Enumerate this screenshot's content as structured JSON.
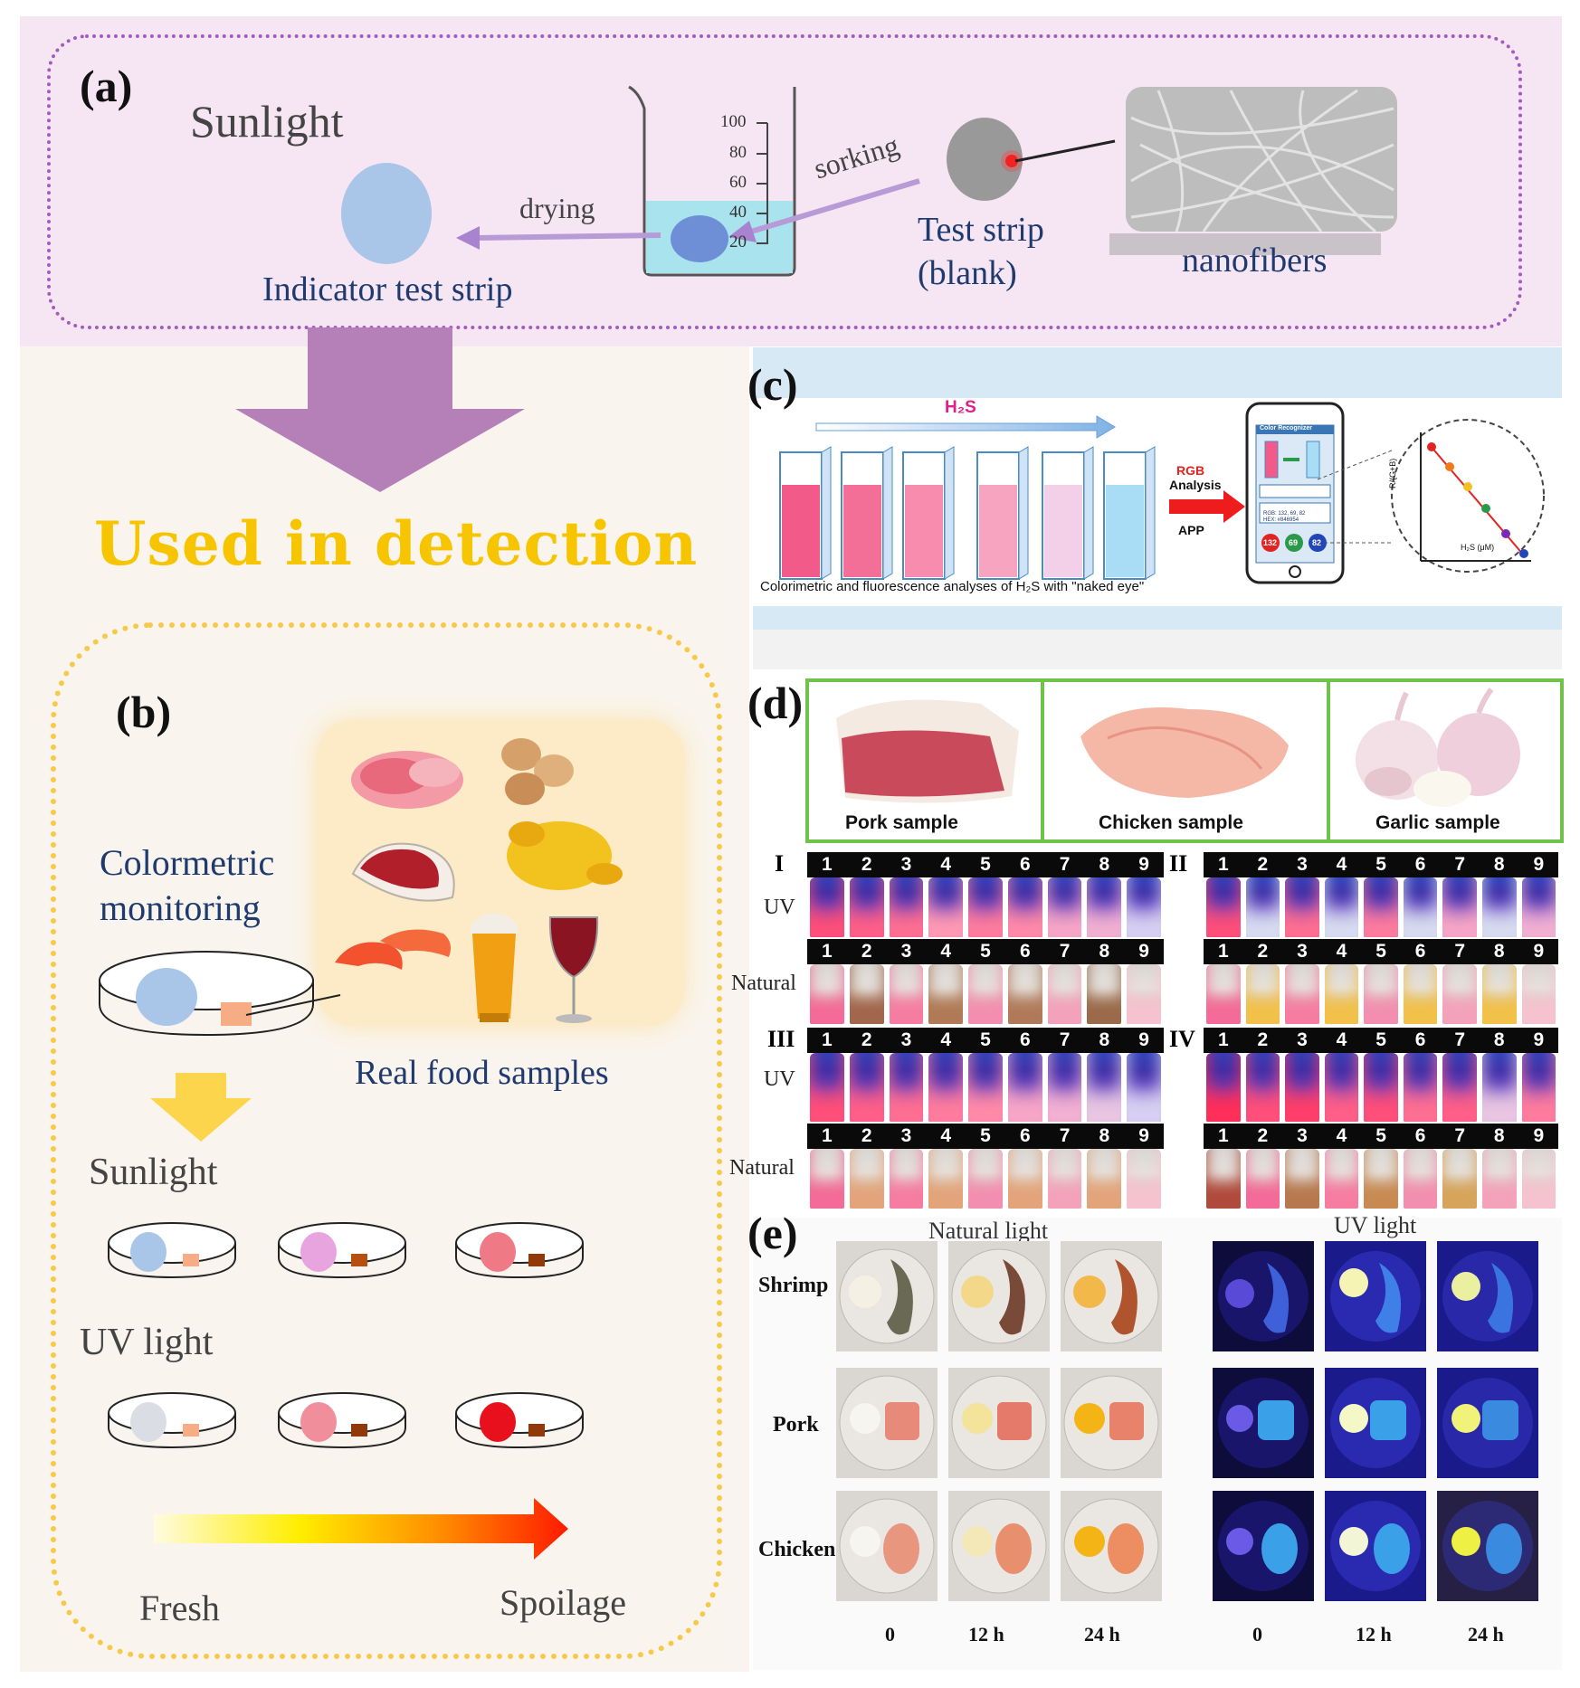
{
  "panel_a": {
    "label": "(a)",
    "sunlight": "Sunlight",
    "drying": "drying",
    "sorking": "sorking",
    "indicator": "Indicator test strip",
    "test_strip_1": "Test strip",
    "test_strip_2": "(blank)",
    "nanofibers": "nanofibers",
    "beaker_ticks": [
      "100",
      "80",
      "60",
      "40",
      "20"
    ]
  },
  "banner": "Used in detection",
  "panel_b": {
    "label": "(b)",
    "colorimetric_1": "Colormetric",
    "colorimetric_2": "monitoring",
    "real_food": "Real food samples",
    "sunlight": "Sunlight",
    "uv_light": "UV light",
    "fresh": "Fresh",
    "spoilage": "Spoilage"
  },
  "panel_c": {
    "label": "(c)",
    "h2s": "H₂S",
    "rgb_1": "RGB",
    "rgb_2": "Analysis",
    "app": "APP",
    "caption": "Colorimetric and fluorescence analyses of H₂S with \"naked eye\"",
    "phone_title": "Color Recognizer",
    "rgb_readout": "RGB: 132, 69, 82",
    "hex_readout": "HEX: #846954",
    "circle_values": [
      "132",
      "69",
      "82"
    ],
    "graph_xlabel": "H₂S (μM)",
    "graph_ylabel": "R/(G+B)"
  },
  "panel_d": {
    "label": "(d)",
    "samples": [
      "Pork sample",
      "Chicken sample",
      "Garlic sample"
    ],
    "groups": [
      "I",
      "II",
      "III",
      "IV"
    ],
    "uv": "UV",
    "natural": "Natural",
    "numbers": [
      "1",
      "2",
      "3",
      "4",
      "5",
      "6",
      "7",
      "8",
      "9"
    ]
  },
  "panel_e": {
    "label": "(e)",
    "natural_light": "Natural  light",
    "uv_light": "UV light",
    "rows": [
      "Shrimp",
      "Pork",
      "Chicken"
    ],
    "times": [
      "0",
      "12 h",
      "24 h"
    ]
  },
  "colors": {
    "panel_a_bg": "#f6e6f3",
    "panel_b_bg": "#f9f5ee",
    "arrow": "#b57fb8",
    "banner": "#f7c400",
    "dotted_a": "#a35bbf",
    "dotted_b": "#f7c94a",
    "green_frame": "#6fc24a"
  }
}
